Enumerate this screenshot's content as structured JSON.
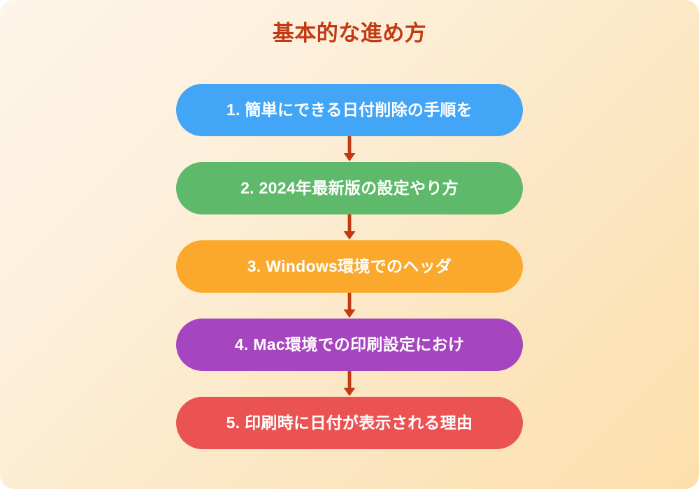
{
  "page": {
    "title": "基本的な進め方",
    "title_color": "#c23a12",
    "background_from": "#fdf5e8",
    "background_to": "#fcdfab",
    "arrow_color": "#c23a12"
  },
  "flow": {
    "arrow_icon": "arrow-down-icon",
    "steps": [
      {
        "label": "1. 簡単にできる日付削除の手順を",
        "color": "#42a5f5",
        "number": "1"
      },
      {
        "label": "2. 2024年最新版の設定やり方",
        "color": "#5eb96a",
        "number": "2"
      },
      {
        "label": "3. Windows環境でのヘッダ",
        "color": "#fba92c",
        "number": "3"
      },
      {
        "label": "4. Mac環境での印刷設定におけ",
        "color": "#a545bf",
        "number": "4"
      },
      {
        "label": "5. 印刷時に日付が表示される理由",
        "color": "#eb5353",
        "number": "5"
      }
    ]
  }
}
